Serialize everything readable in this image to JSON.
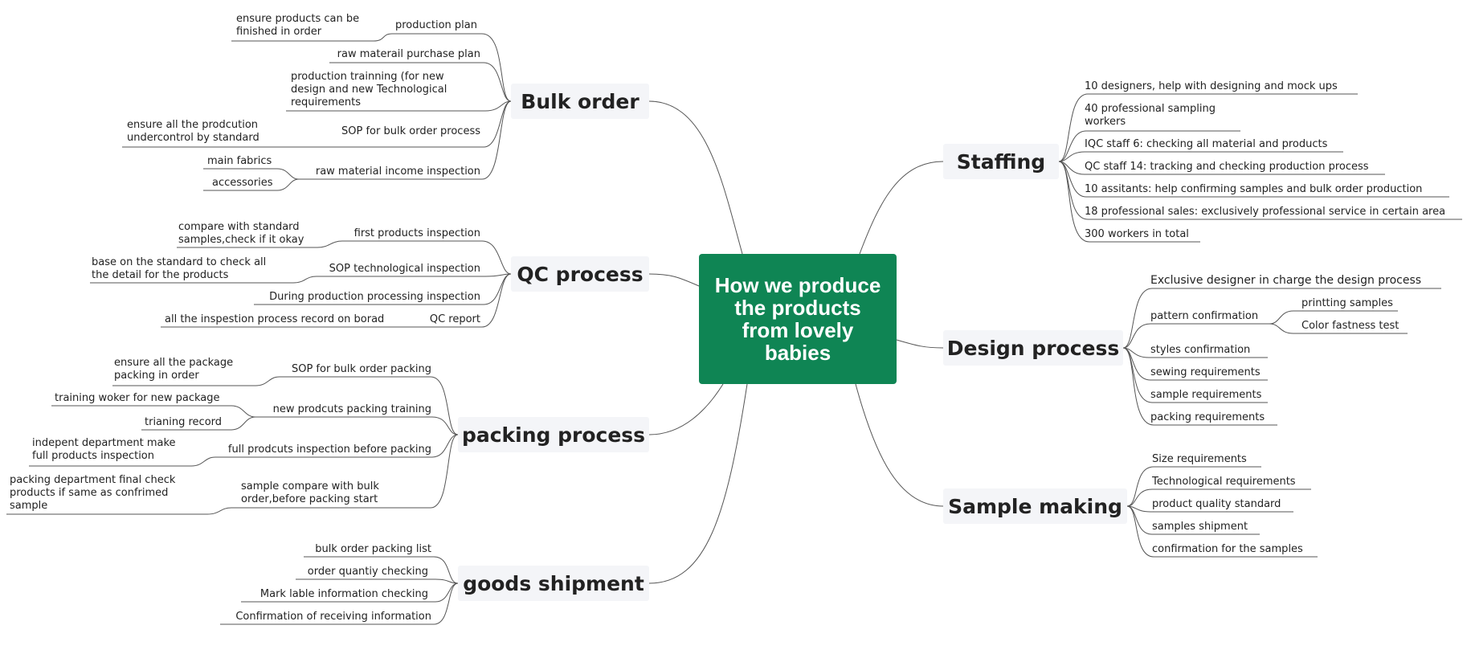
{
  "center_title": "How we produce the products from lovely babies",
  "colors": {
    "center_fill": "#0f8554",
    "branch_fill": "#f4f5f8",
    "lines": "#555555"
  },
  "bulk_order": {
    "title": "Bulk order",
    "items": [
      "production plan",
      "raw materail purchase plan",
      "production trainning (for new design and new Technological requirements",
      "SOP for bulk order  process",
      "raw material income inspection"
    ],
    "production_plan_detail": "ensure products can be finished in order",
    "sop_detail": "ensure all the prodcution undercontrol by standard",
    "income_inspection_details": [
      "main fabrics",
      "accessories"
    ]
  },
  "qc_process": {
    "title": "QC process",
    "items": [
      "first products inspection",
      "SOP technological inspection",
      "During production processing inspection",
      "QC report"
    ],
    "first_inspection_detail": "compare with standard samples,check if it okay",
    "sop_detail": "base on the standard to check all the detail for the products",
    "report_detail": "all the inspestion process record on borad"
  },
  "packing_process": {
    "title": "packing process",
    "items": [
      "SOP for bulk order packing",
      "new prodcuts packing training",
      "full prodcuts inspection before packing",
      "sample compare with bulk order,before packing start"
    ],
    "sop_detail": "ensure all the package packing in order",
    "training_details": [
      "training woker for new package",
      "trianing record"
    ],
    "inspection_detail": "indepent department make full products inspection",
    "compare_detail": "packing department final check products if same as  confrimed sample"
  },
  "goods_shipment": {
    "title": "goods shipment",
    "items": [
      "bulk order packing list",
      "order quantiy checking",
      "Mark lable  information checking",
      "Confirmation of receiving information"
    ]
  },
  "staffing": {
    "title": "Staffing",
    "items": [
      "10 designers, help with designing and mock ups",
      "40 professional sampling workers",
      "IQC staff 6: checking all material and products",
      "QC staff 14: tracking and checking production process",
      "10 assitants: help confirming samples and bulk order production",
      "18 professional sales: exclusively professional service in certain area",
      "300 workers in total"
    ]
  },
  "design_process": {
    "title": "Design process",
    "items": [
      "Exclusive designer in charge the design process",
      "pattern confirmation",
      "styles confirmation",
      "sewing requirements",
      "sample requirements",
      "packing requirements"
    ],
    "pattern_details": [
      "printting samples",
      "Color fastness test"
    ]
  },
  "sample_making": {
    "title": "Sample making",
    "items": [
      "Size requirements",
      "Technological requirements",
      "product quality standard",
      "samples shipment",
      "confirmation for the samples"
    ]
  }
}
